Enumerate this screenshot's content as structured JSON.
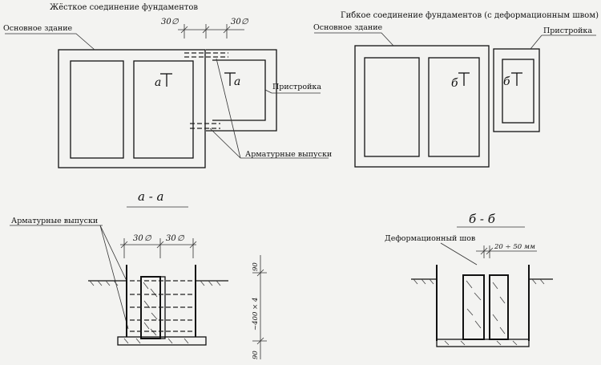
{
  "top_left": {
    "title": "Жёсткое соединение фундаментов",
    "main_building": "Основное здание",
    "annex": "Пристройка",
    "rebar": "Арматурные выпуски",
    "dim_left": "30",
    "dim_right": "30",
    "section_mark_1": "а",
    "section_mark_2": "а"
  },
  "top_right": {
    "title": "Гибкое соединение фундаментов (с деформационным швом)",
    "main_building": "Основное здание",
    "annex": "Пристройка",
    "section_mark_1": "б",
    "section_mark_2": "б"
  },
  "bottom_left": {
    "section_title": "а - а",
    "rebar": "Арматурные выпуски",
    "dim_left": "30",
    "dim_right": "30",
    "dim_top": "90",
    "dim_mid": "~400 × 4",
    "dim_bottom": "90"
  },
  "bottom_right": {
    "section_title": "б - б",
    "joint": "Деформационный шов",
    "joint_width": "20 ÷ 50 мм"
  },
  "diameter_symbol": "∅"
}
